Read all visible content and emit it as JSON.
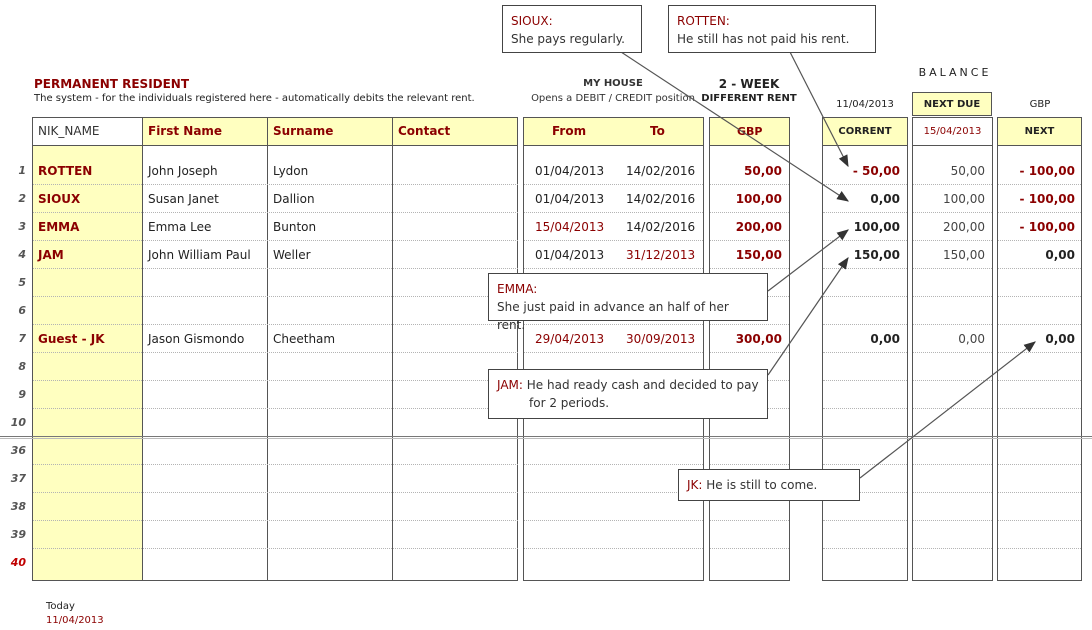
{
  "header": {
    "title": "PERMANENT RESIDENT",
    "subtitle": "The system - for the individuals registered here - automatically debits the relevant rent.",
    "my_house_title": "MY HOUSE",
    "my_house_sub": "Opens a DEBIT / CREDIT position",
    "week_title": "2 - WEEK",
    "week_sub": "DIFFERENT RENT",
    "balance_title": "BALANCE",
    "balance_date": "11/04/2013",
    "next_due_label": "NEXT DUE",
    "gbp_label": "GBP"
  },
  "columns": {
    "nik": "NIK_NAME",
    "first": "First Name",
    "surname": "Surname",
    "contact": "Contact",
    "from": "From",
    "to": "To",
    "gbp": "GBP",
    "current": "CORRENT",
    "next_due_date": "15/04/2013",
    "next": "NEXT"
  },
  "rows": [
    {
      "num": "1",
      "nik": "ROTTEN",
      "first": "John Joseph",
      "surname": "Lydon",
      "from": "01/04/2013",
      "to": "14/02/2016",
      "gbp": "50,00",
      "current": "- 50,00",
      "due": "50,00",
      "next": "- 100,00"
    },
    {
      "num": "2",
      "nik": "SIOUX",
      "first": "Susan Janet",
      "surname": "Dallion",
      "from": "01/04/2013",
      "to": "14/02/2016",
      "gbp": "100,00",
      "current": "0,00",
      "due": "100,00",
      "next": "- 100,00"
    },
    {
      "num": "3",
      "nik": "EMMA",
      "first": "Emma Lee",
      "surname": "Bunton",
      "from": "15/04/2013",
      "to": "14/02/2016",
      "gbp": "200,00",
      "current": "100,00",
      "due": "200,00",
      "next": "- 100,00"
    },
    {
      "num": "4",
      "nik": "JAM",
      "first": "John William Paul",
      "surname": "Weller",
      "from": "01/04/2013",
      "to": "31/12/2013",
      "gbp": "150,00",
      "current": "150,00",
      "due": "150,00",
      "next": "0,00"
    },
    {
      "num": "5"
    },
    {
      "num": "6"
    },
    {
      "num": "7",
      "nik": "Guest - JK",
      "first": "Jason Gismondo",
      "surname": "Cheetham",
      "from": "29/04/2013",
      "to": "30/09/2013",
      "gbp": "300,00",
      "current": "0,00",
      "due": "0,00",
      "next": "0,00"
    },
    {
      "num": "8"
    },
    {
      "num": "9"
    },
    {
      "num": "10"
    },
    {
      "num": "36"
    },
    {
      "num": "37"
    },
    {
      "num": "38"
    },
    {
      "num": "39"
    },
    {
      "num": "40"
    }
  ],
  "callouts": {
    "sioux_name": "SIOUX:",
    "sioux_text": "She pays regularly.",
    "rotten_name": "ROTTEN:",
    "rotten_text": "He still has not paid his rent.",
    "emma_name": "EMMA:",
    "emma_text": "She just paid in advance an half of her rent.",
    "jam_name": "JAM:",
    "jam_text1": "He had ready cash and decided to pay",
    "jam_text2": "for 2 periods.",
    "jk_name": "JK:",
    "jk_text": "He is still to come."
  },
  "footer": {
    "today_label": "Today",
    "today_value": "11/04/2013"
  },
  "colors": {
    "accent": "#8b0000",
    "header_fill": "#ffffc0",
    "grid": "#555555"
  }
}
